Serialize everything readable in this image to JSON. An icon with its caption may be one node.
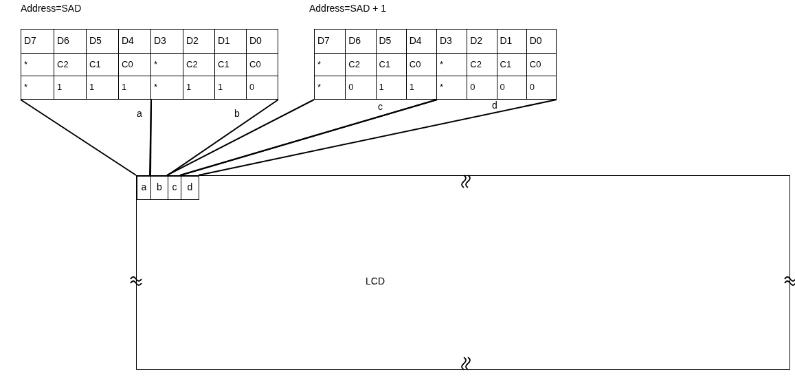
{
  "diagram": {
    "nodes": [
      {
        "text": [
          "Address=SAD"
        ]
      },
      {
        "text": [
          "D7",
          "D6",
          "D5",
          "D4",
          "*",
          "C2",
          "C1",
          "C0",
          "*",
          "1",
          "1",
          "1"
        ],
        "in": 0
      },
      {
        "text": [
          "D3",
          "D2",
          "D1",
          "D0",
          "*",
          "C2",
          "C1",
          "C0",
          "*",
          "1",
          "1",
          "0"
        ],
        "in": 0
      },
      {
        "text": [
          "Address=SAD + 1"
        ]
      },
      {
        "text": [
          "D7",
          "D6",
          "D5",
          "D4",
          "*",
          "C2",
          "C1",
          "C0",
          "*",
          "0",
          "1",
          "1"
        ],
        "in": 3
      },
      {
        "text": [
          "D3",
          "D2",
          "D1",
          "D0",
          "*",
          "C2",
          "C1",
          "C0",
          "*",
          "0",
          "0",
          "0"
        ],
        "in": 3
      },
      {
        "text": [
          "LCD"
        ]
      },
      {
        "text": [
          "a"
        ],
        "in": 6
      },
      {
        "text": [
          "b"
        ],
        "in": 6
      },
      {
        "text": [
          "c"
        ],
        "in": 6
      },
      {
        "text": [
          "d"
        ],
        "in": 6
      }
    ],
    "edges": [
      {
        "from": 1,
        "to": 7,
        "arrow": "none"
      },
      {
        "from": 1,
        "to": 7,
        "arrow": "none",
        "label": "a"
      },
      {
        "from": 2,
        "to": 8,
        "arrow": "none"
      },
      {
        "from": 2,
        "to": 8,
        "arrow": "none",
        "label": "b"
      },
      {
        "from": 4,
        "to": 9,
        "arrow": "none"
      },
      {
        "from": 4,
        "to": 9,
        "arrow": "none",
        "label": "c"
      },
      {
        "from": 5,
        "to": 10,
        "arrow": "none"
      },
      {
        "from": 5,
        "to": 10,
        "arrow": "none",
        "label": "d"
      }
    ]
  }
}
